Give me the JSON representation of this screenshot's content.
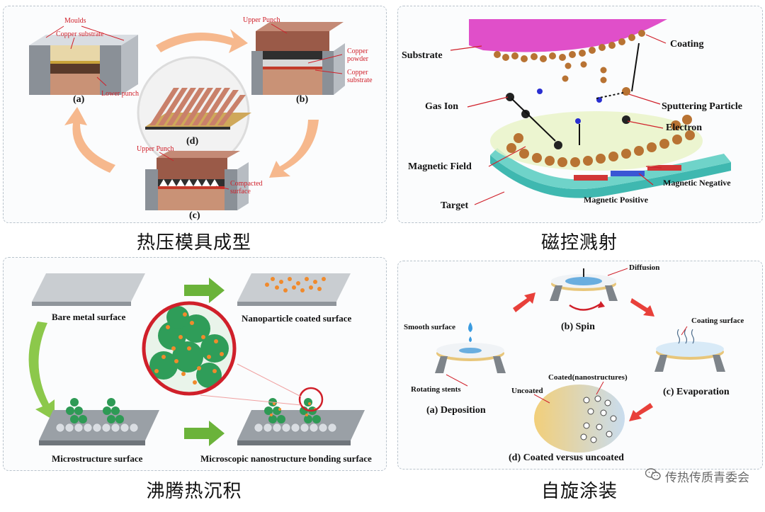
{
  "panels": {
    "hot_press": {
      "caption": "热压模具成型",
      "labels": {
        "moulds": "Moulds",
        "copper_substrate": "Copper substrate",
        "lower_punch": "Lower punch",
        "a": "(a)",
        "upper_punch_b": "Upper Punch",
        "copper_powder": "Copper powder",
        "copper_substrate_b": "Copper substrate",
        "b": "(b)",
        "d": "(d)",
        "upper_punch_c": "Upper Punch",
        "compacted_surface": "Compacted surface",
        "c": "(c)"
      }
    },
    "sputtering": {
      "caption": "磁控溅射",
      "labels": {
        "substrate": "Substrate",
        "coating": "Coating",
        "gas_ion": "Gas Ion",
        "sputtering_particle": "Sputtering Particle",
        "electron": "Electron",
        "magnetic_field": "Magnetic Field",
        "magnetic_negative": "Magnetic Negative",
        "magnetic_positive": "Magnetic Positive",
        "target": "Target"
      }
    },
    "boiling": {
      "caption": "沸腾热沉积",
      "labels": {
        "bare": "Bare metal surface",
        "nano": "Nanoparticle coated surface",
        "micro": "Microstructure surface",
        "bonding": "Microscopic nanostructure bonding surface"
      }
    },
    "spin": {
      "caption": "自旋涂装",
      "labels": {
        "diffusion": "Diffusion",
        "spin": "(b) Spin",
        "smooth": "Smooth surface",
        "coating_surface": "Coating surface",
        "rotating": "Rotating stents",
        "deposition": "(a) Deposition",
        "coated_nano": "Coated(nanostructures)",
        "uncoated": "Uncoated",
        "evaporation": "(c) Evaporation",
        "coated_vs": "(d) Coated versus uncoated"
      }
    }
  },
  "watermark": "传热传质青委会",
  "colors": {
    "arrow_orange": "#f4b183",
    "arrow_green": "#6bb33a",
    "arrow_red": "#e8403a",
    "copper": "#b87333",
    "magenta": "#e04fc9"
  }
}
